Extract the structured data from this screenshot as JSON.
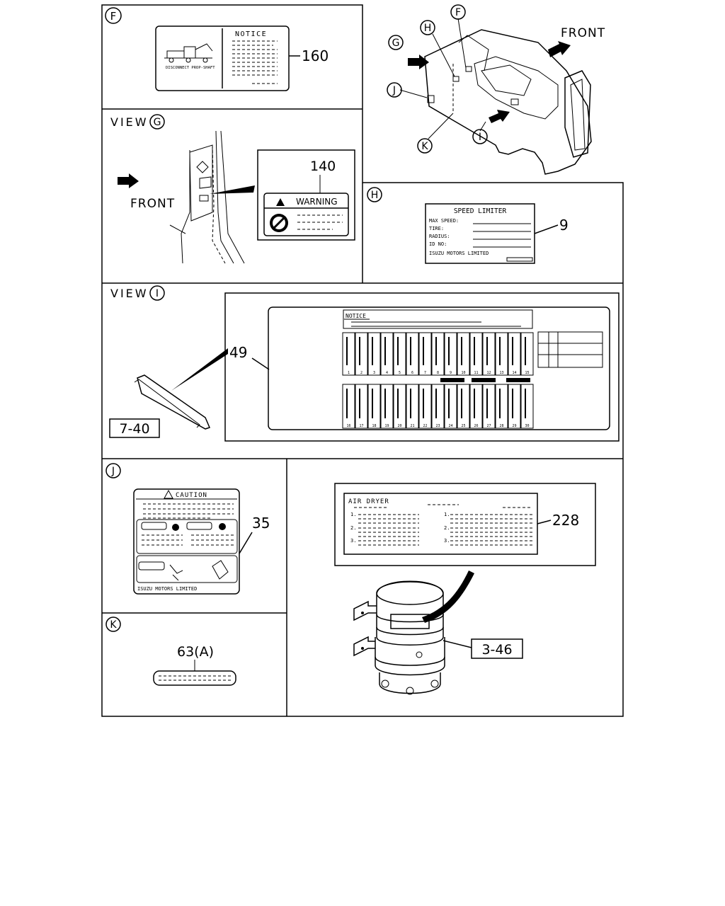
{
  "panels": {
    "f": {
      "marker": "F",
      "part_no": "160",
      "label_heading": "NOTICE",
      "label_caption": "DISCONNECT PROP-SHAFT"
    },
    "overview": {
      "front_text": "FRONT",
      "markers": [
        "F",
        "G",
        "H",
        "J",
        "K",
        "I"
      ]
    },
    "g": {
      "view_text": "VIEW",
      "marker": "G",
      "front_text": "FRONT",
      "part_no": "140",
      "label_heading": "WARNING"
    },
    "h": {
      "marker": "H",
      "part_no": "9",
      "label_title": "SPEED LIMITER",
      "fields": [
        "MAX SPEED:",
        "TIRE:",
        "RADIUS:",
        "ID NO:"
      ],
      "footer": "ISUZU MOTORS LIMITED"
    },
    "i": {
      "view_text": "VIEW",
      "marker": "I",
      "part_no": "49",
      "ref_box": "7-40",
      "label_heading": "NOTICE",
      "fuse_numbers_top": [
        "1",
        "2",
        "3",
        "4",
        "5",
        "6",
        "7",
        "8",
        "9",
        "10",
        "11",
        "12",
        "13",
        "14",
        "15"
      ],
      "fuse_numbers_bottom": [
        "16",
        "17",
        "18",
        "19",
        "20",
        "21",
        "22",
        "23",
        "24",
        "25",
        "26",
        "27",
        "28",
        "29",
        "30"
      ]
    },
    "j": {
      "marker": "J",
      "part_no": "35",
      "label_heading": "CAUTION",
      "footer": "ISUZU MOTORS LIMITED"
    },
    "k": {
      "marker": "K",
      "part_no": "63(A)"
    },
    "air_dryer": {
      "part_no": "228",
      "ref_box": "3-46",
      "label_title": "AIR DRYER",
      "left_steps": [
        "1.",
        "2.",
        "3."
      ],
      "right_steps": [
        "1.",
        "2.",
        "3."
      ]
    }
  }
}
